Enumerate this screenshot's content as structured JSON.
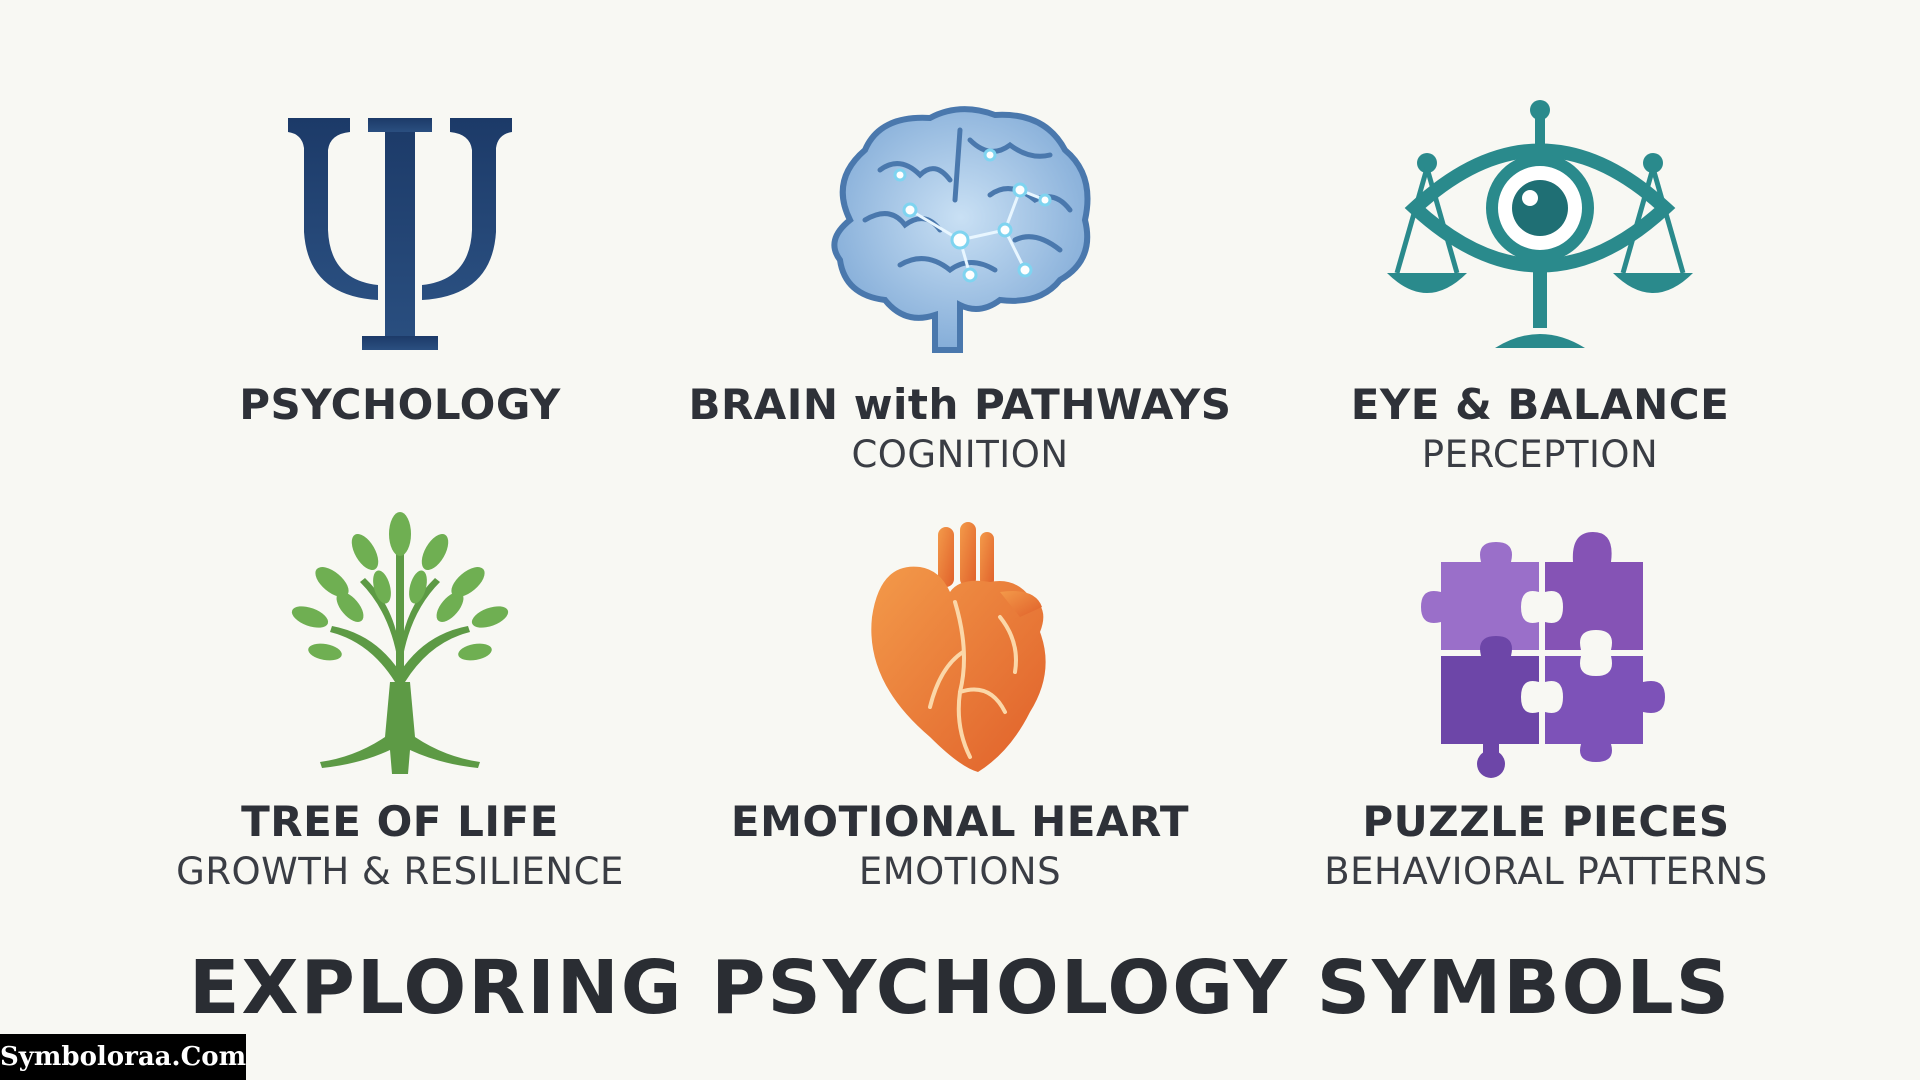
{
  "symbols": [
    {
      "title": "PSYCHOLOGY",
      "subtitle": "",
      "icon": "psi-icon",
      "color": "#1f3d6b"
    },
    {
      "title": "BRAIN with PATHWAYS",
      "subtitle": "COGNITION",
      "icon": "brain-icon",
      "color": "#7fb0dc"
    },
    {
      "title": "EYE & BALANCE",
      "subtitle": "PERCEPTION",
      "icon": "eye-balance-icon",
      "color": "#2a8a8c"
    },
    {
      "title": "TREE OF LIFE",
      "subtitle": "GROWTH & RESILIENCE",
      "icon": "tree-icon",
      "color": "#5d9a45"
    },
    {
      "title": "EMOTIONAL HEART",
      "subtitle": "EMOTIONS",
      "icon": "heart-icon",
      "color": "#e8732e"
    },
    {
      "title": "PUZZLE PIECES",
      "subtitle": "BEHAVIORAL PATTERNS",
      "icon": "puzzle-icon",
      "color": "#7a55b0"
    }
  ],
  "footer": {
    "title": "EXPLORING PSYCHOLOGY SYMBOLS"
  },
  "watermark": {
    "text": "Symboloraa.Com"
  }
}
